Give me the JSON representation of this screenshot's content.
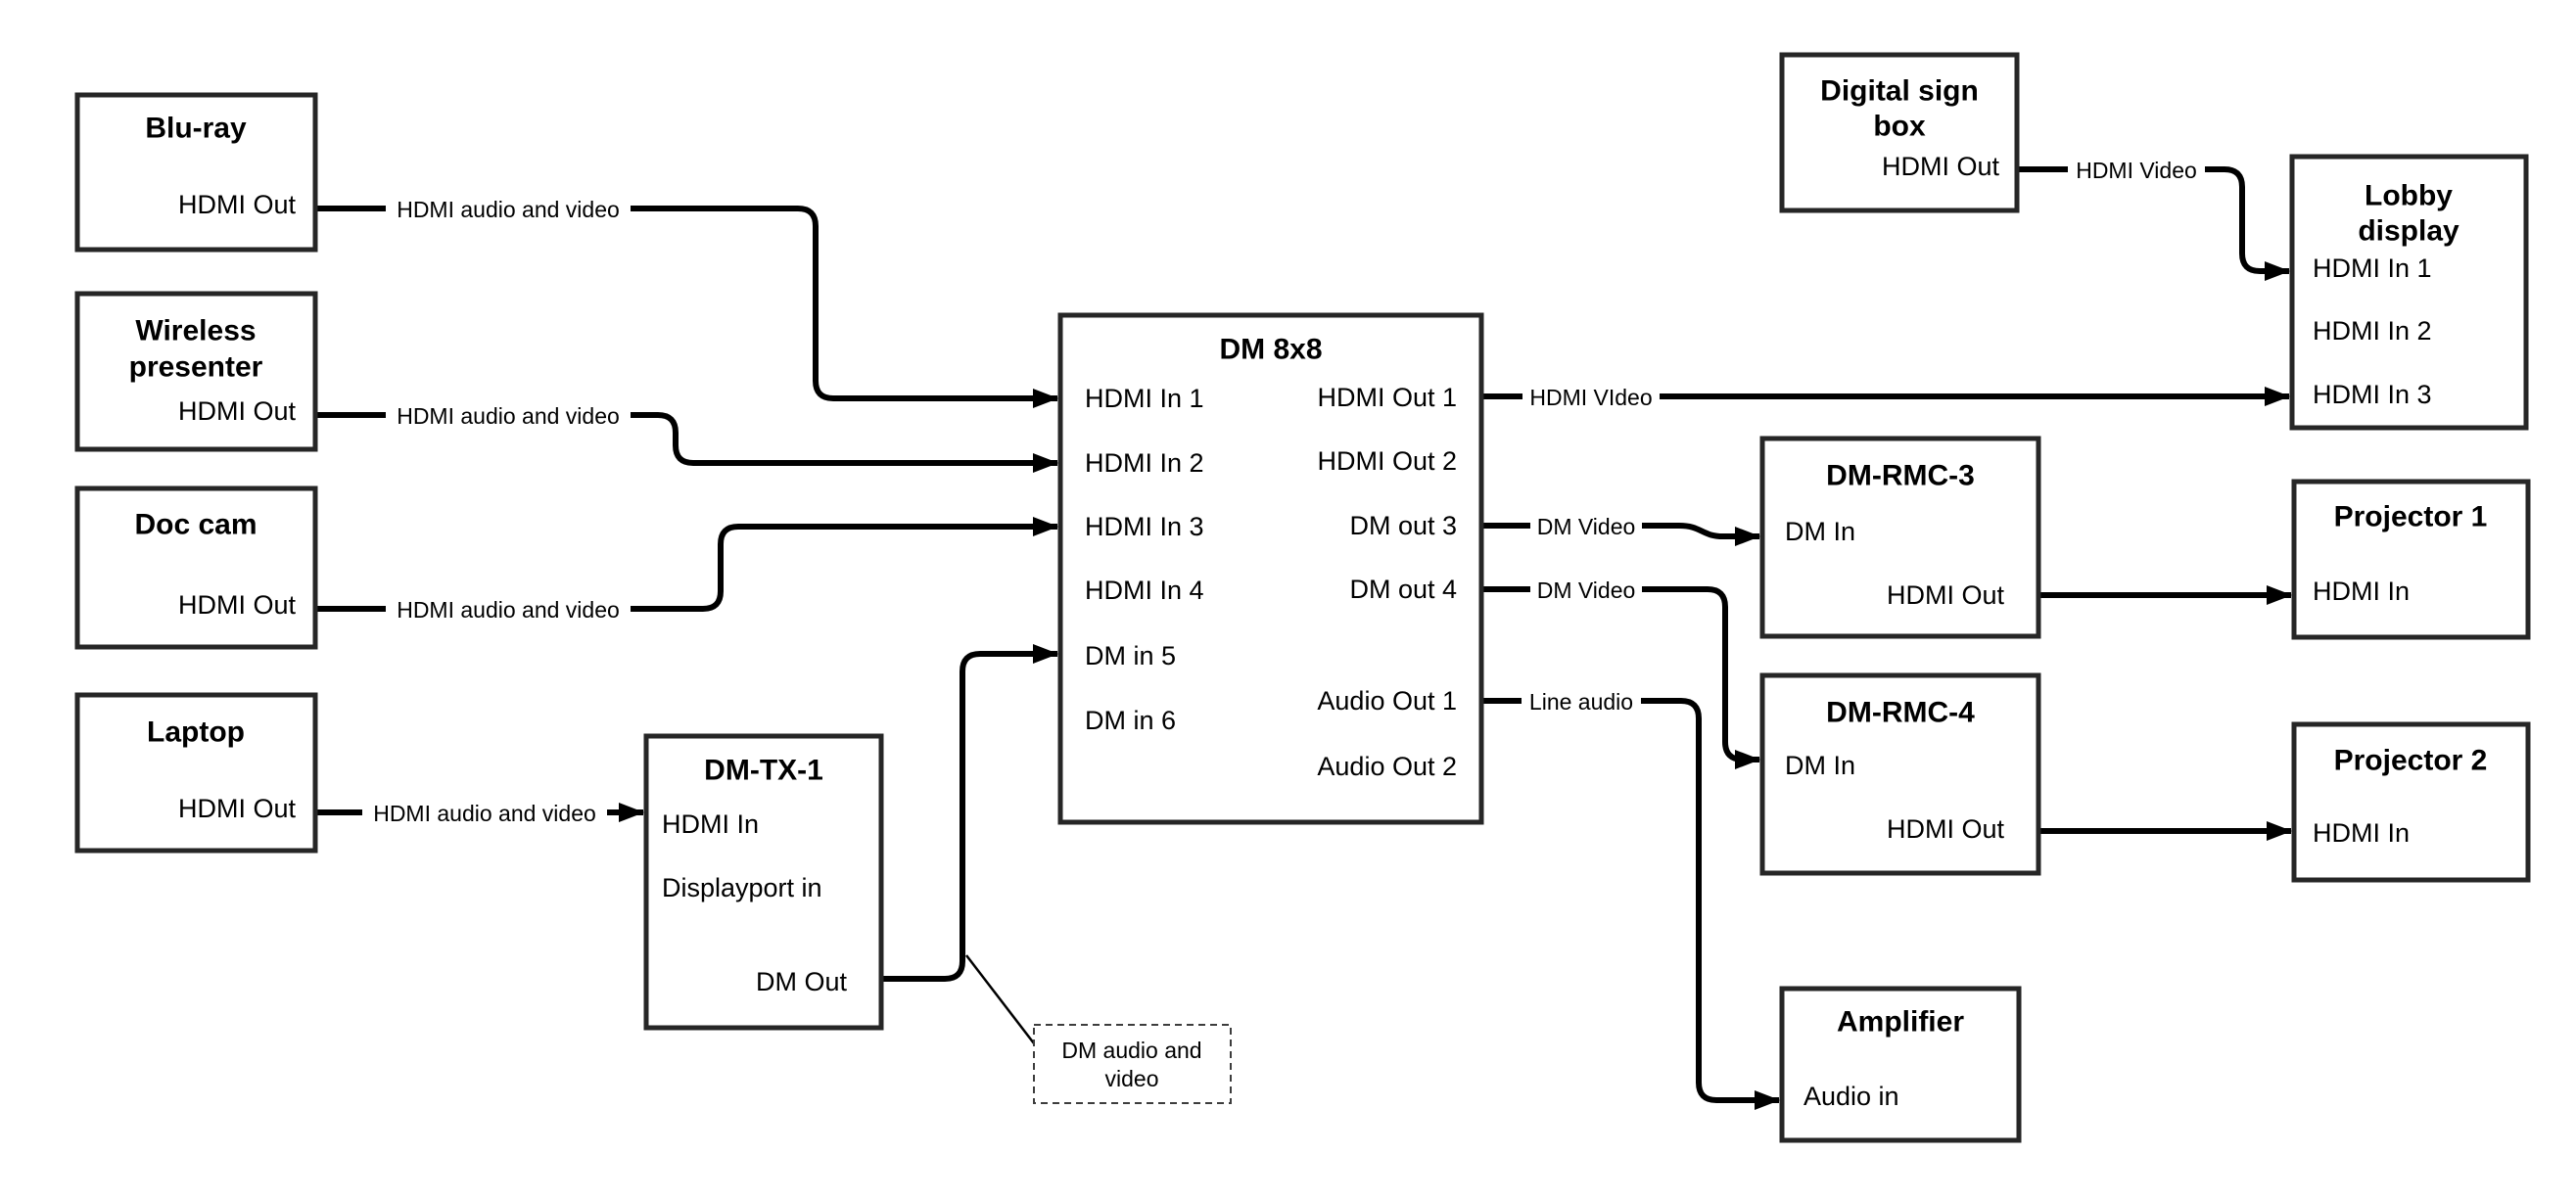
{
  "diagram": {
    "kind": "av-signal-flow-diagram",
    "devices": {
      "bluray": {
        "title": "Blu-ray",
        "ports": {
          "hdmi_out": "HDMI Out"
        }
      },
      "wireless_presenter": {
        "title_line1": "Wireless",
        "title_line2": "presenter",
        "ports": {
          "hdmi_out": "HDMI Out"
        }
      },
      "doc_cam": {
        "title": "Doc cam",
        "ports": {
          "hdmi_out": "HDMI Out"
        }
      },
      "laptop": {
        "title": "Laptop",
        "ports": {
          "hdmi_out": "HDMI Out"
        }
      },
      "dm_tx_1": {
        "title": "DM-TX-1",
        "ports": {
          "hdmi_in": "HDMI In",
          "displayport_in": "Displayport in",
          "dm_out": "DM Out"
        }
      },
      "dm_8x8": {
        "title": "DM 8x8",
        "ports": {
          "in1": "HDMI In 1",
          "in2": "HDMI In 2",
          "in3": "HDMI In 3",
          "in4": "HDMI In 4",
          "in5": "DM in 5",
          "in6": "DM in 6",
          "out1": "HDMI Out 1",
          "out2": "HDMI Out 2",
          "out3": "DM out 3",
          "out4": "DM out 4",
          "audio_out1": "Audio Out 1",
          "audio_out2": "Audio Out 2"
        }
      },
      "digital_sign_box": {
        "title_line1": "Digital sign",
        "title_line2": "box",
        "ports": {
          "hdmi_out": "HDMI Out"
        }
      },
      "lobby_display": {
        "title_line1": "Lobby",
        "title_line2": "display",
        "ports": {
          "in1": "HDMI In 1",
          "in2": "HDMI In 2",
          "in3": "HDMI In 3"
        }
      },
      "dm_rmc_3": {
        "title": "DM-RMC-3",
        "ports": {
          "dm_in": "DM In",
          "hdmi_out": "HDMI Out"
        }
      },
      "projector_1": {
        "title": "Projector 1",
        "ports": {
          "hdmi_in": "HDMI In"
        }
      },
      "dm_rmc_4": {
        "title": "DM-RMC-4",
        "ports": {
          "dm_in": "DM In",
          "hdmi_out": "HDMI Out"
        }
      },
      "projector_2": {
        "title": "Projector 2",
        "ports": {
          "hdmi_in": "HDMI In"
        }
      },
      "amplifier": {
        "title": "Amplifier",
        "ports": {
          "audio_in": "Audio in"
        }
      }
    },
    "wire_labels": {
      "bluray_to_dm": "HDMI audio and video",
      "wireless_to_dm": "HDMI audio and video",
      "doccam_to_dm": "HDMI audio and video",
      "laptop_to_tx": "HDMI audio and video",
      "sign_to_lobby": "HDMI Video",
      "out1_to_lobby": "HDMI VIdeo",
      "out3_to_rmc3": "DM Video",
      "out4_to_rmc4": "DM Video",
      "audio1_to_amp": "Line audio"
    },
    "annotation": {
      "line1": "DM audio and",
      "line2": "video"
    },
    "colors": {
      "box_border": "#262626",
      "wire": "#000000",
      "text": "#000000",
      "background": "#ffffff"
    }
  }
}
